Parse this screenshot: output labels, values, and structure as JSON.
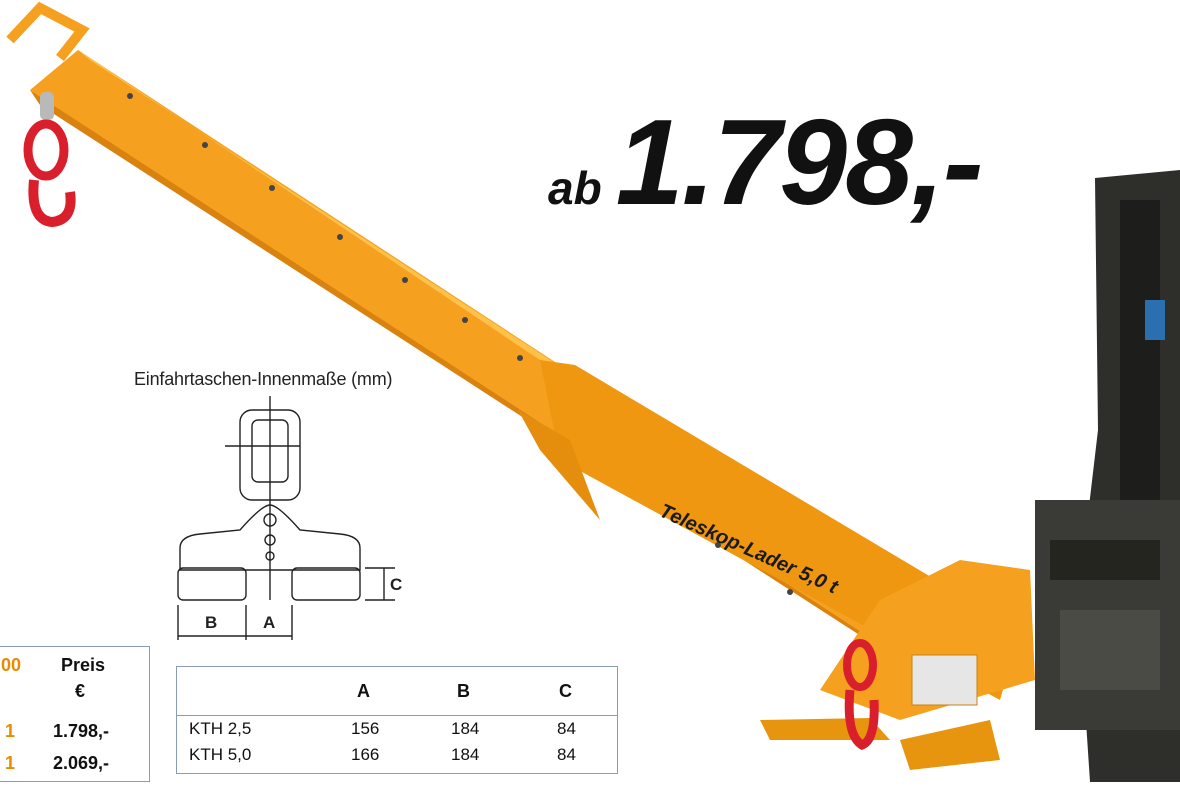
{
  "price": {
    "prefix": "ab",
    "amount": "1.798,-"
  },
  "dimensions": {
    "caption": "Einfahrtaschen-Innenmaße (mm)",
    "label_a": "A",
    "label_b": "B",
    "label_c": "C"
  },
  "boom_label": "Teleskop-Lader 5,0 t",
  "side_table": {
    "header_left": "00",
    "header_right_1": "Preis",
    "header_right_2": "€",
    "rows": [
      {
        "left": "1",
        "price": "1.798,-"
      },
      {
        "left": "1",
        "price": "2.069,-"
      }
    ]
  },
  "table": {
    "headers": [
      "",
      "A",
      "B",
      "C"
    ],
    "rows": [
      [
        "KTH 2,5",
        "156",
        "184",
        "84"
      ],
      [
        "KTH 5,0",
        "166",
        "184",
        "84"
      ]
    ]
  },
  "colors": {
    "boom": "#f5a11f",
    "boom_shadow": "#d9820f",
    "hook": "#d91f2b",
    "forklift": "#2e2f2b"
  }
}
